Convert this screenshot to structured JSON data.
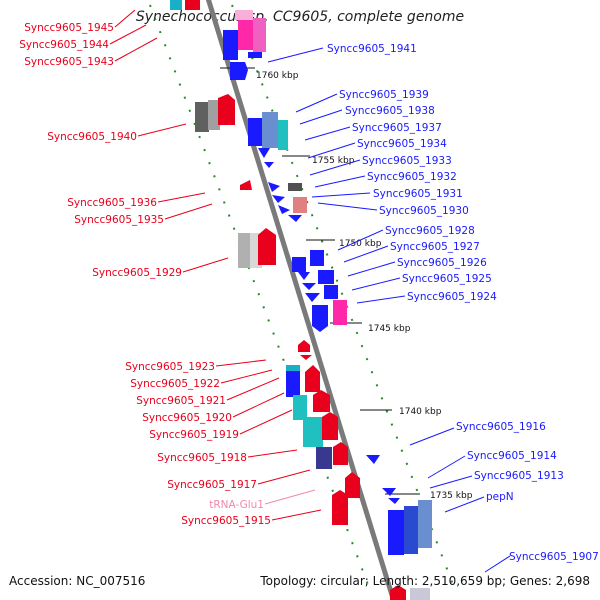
{
  "title": "Synechococcus sp. CC9605, complete genome",
  "footer": {
    "accession": "Accession: NC_007516",
    "topology": "Topology: circular; Length: 2,510,659 bp; Genes: 2,698"
  },
  "colors": {
    "left_label": "#e8001c",
    "right_label": "#1a1aff",
    "trna_label": "#f08aaa",
    "backbone": "#7a7a7a",
    "tick": "#2a8a2a"
  },
  "kbp_labels": [
    "1760 kbp",
    "1755 kbp",
    "1750 kbp",
    "1745 kbp",
    "1740 kbp",
    "1735 kbp"
  ],
  "left_labels": [
    "Syncc9605_1945",
    "Syncc9605_1944",
    "Syncc9605_1943",
    "Syncc9605_1940",
    "Syncc9605_1936",
    "Syncc9605_1935",
    "Syncc9605_1929",
    "Syncc9605_1923",
    "Syncc9605_1922",
    "Syncc9605_1921",
    "Syncc9605_1920",
    "Syncc9605_1919",
    "Syncc9605_1918",
    "Syncc9605_1917",
    "tRNA-Glu1",
    "Syncc9605_1915"
  ],
  "right_labels": [
    "Syncc9605_1941",
    "Syncc9605_1939",
    "Syncc9605_1938",
    "Syncc9605_1937",
    "Syncc9605_1934",
    "Syncc9605_1933",
    "Syncc9605_1932",
    "Syncc9605_1931",
    "Syncc9605_1930",
    "Syncc9605_1928",
    "Syncc9605_1927",
    "Syncc9605_1926",
    "Syncc9605_1925",
    "Syncc9605_1924",
    "Syncc9605_1916",
    "Syncc9605_1914",
    "Syncc9605_1913",
    "pepN",
    "Syncc9605_1907"
  ]
}
